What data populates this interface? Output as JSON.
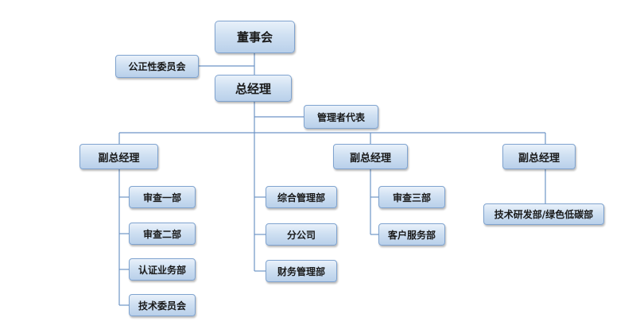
{
  "org": {
    "board": "董事会",
    "fairness_committee": "公正性委员会",
    "general_manager": "总经理",
    "management_rep": "管理者代表",
    "vp_left": "副总经理",
    "vp_center": "副总经理",
    "vp_right": "副总经理",
    "audit_dept_1": "审查一部",
    "audit_dept_2": "审查二部",
    "certification_dept": "认证业务部",
    "technical_committee": "技术委员会",
    "general_admin_dept": "综合管理部",
    "branch": "分公司",
    "finance_dept": "财务管理部",
    "audit_dept_3": "审查三部",
    "customer_service_dept": "客户服务部",
    "rd_low_carbon_dept": "技术研发部/绿色低碳部"
  },
  "colors": {
    "line": "#6e95c6",
    "box_border": "#7fa3cf",
    "box_fill_top": "#e9f1fa",
    "box_fill_bottom": "#b9d0ea"
  }
}
